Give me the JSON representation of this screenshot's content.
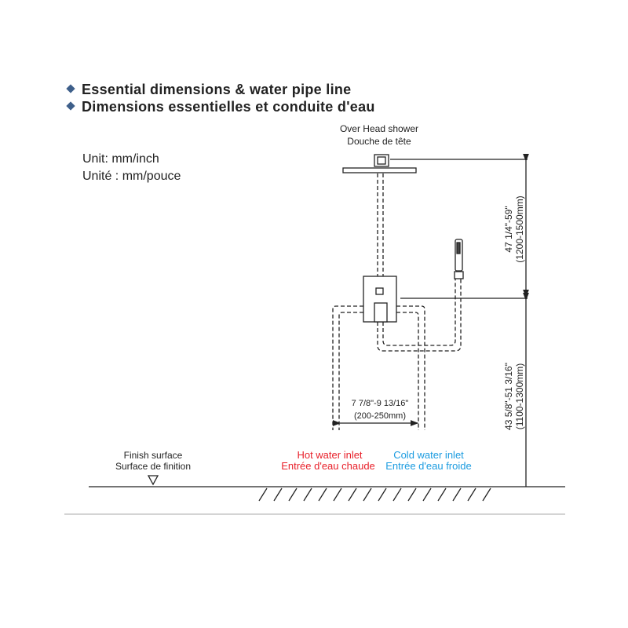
{
  "headings": [
    "Essential dimensions & water pipe line",
    "Dimensions essentielles et conduite d'eau"
  ],
  "unit": [
    "Unit: mm/inch",
    "Unité : mm/pouce"
  ],
  "overhead": [
    "Over Head shower",
    "Douche de tête"
  ],
  "dim_upper": [
    "47 1/4\"-59\"",
    "(1200-1500mm)"
  ],
  "dim_lower": [
    "43 5/8\"-51  3/16\"",
    "(1100-1300mm)"
  ],
  "dim_width": [
    "7 7/8\"-9  13/16\"",
    "(200-250mm)"
  ],
  "finish": [
    "Finish surface",
    "Surface de finition"
  ],
  "hot": [
    "Hot water inlet",
    "Entrée d'eau chaude"
  ],
  "cold": [
    "Cold water inlet",
    "Entrée d'eau froide"
  ],
  "colors": {
    "hot": "#e8202a",
    "cold": "#1a9be0",
    "bullet": "#3e5f8a"
  }
}
